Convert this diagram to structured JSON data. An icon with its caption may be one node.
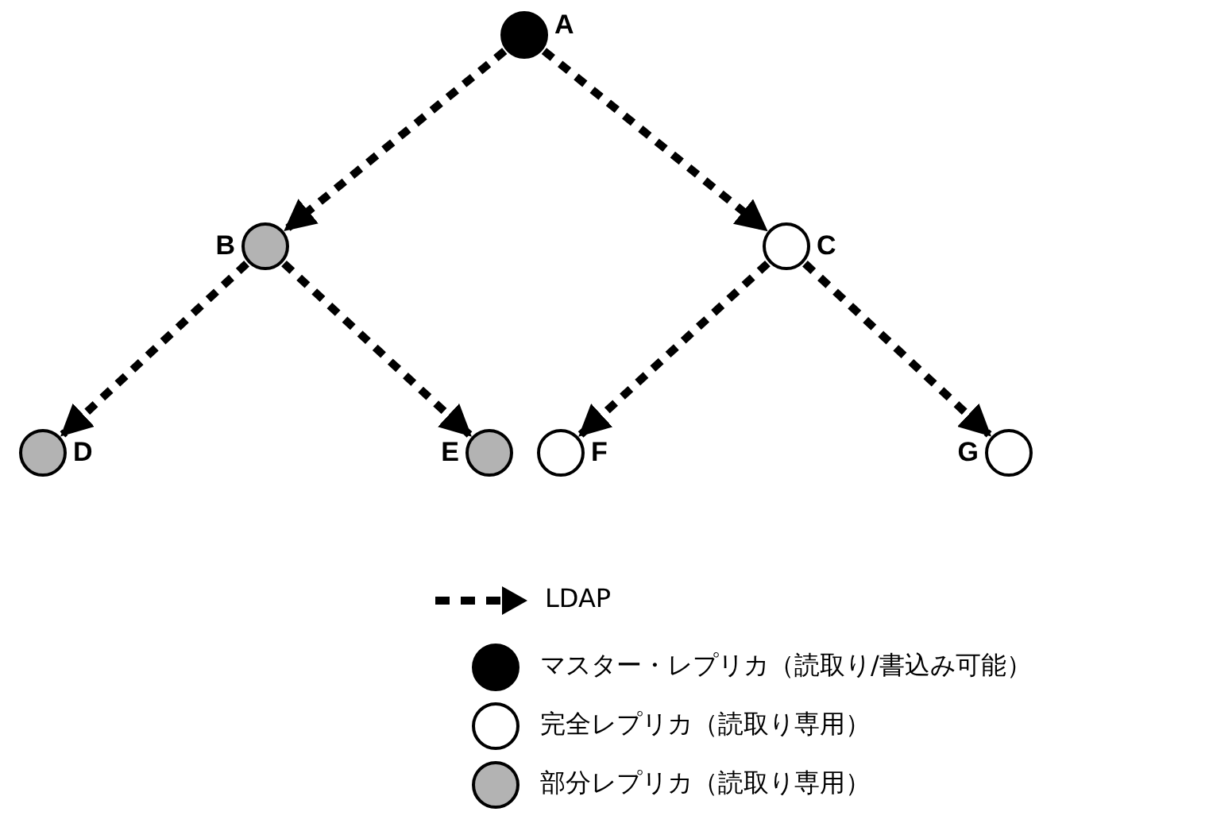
{
  "diagram": {
    "nodes": [
      {
        "text": [],
        "shape": "circle",
        "beside": [
          "A"
        ]
      },
      {
        "text": [],
        "shape": "circle",
        "beside": [
          "B"
        ]
      },
      {
        "text": [],
        "shape": "circle",
        "beside": [
          "C"
        ]
      },
      {
        "text": [],
        "shape": "circle",
        "beside": [
          "D"
        ]
      },
      {
        "text": [],
        "shape": "circle",
        "beside": [
          "E"
        ]
      },
      {
        "text": [],
        "shape": "circle",
        "beside": [
          "F"
        ]
      },
      {
        "text": [],
        "shape": "circle",
        "beside": [
          "G"
        ]
      }
    ],
    "edges": [
      {
        "from": 0,
        "to": 1,
        "arrow": "to",
        "style": "dashed"
      },
      {
        "from": 0,
        "to": 2,
        "arrow": "to",
        "style": "dashed"
      },
      {
        "from": 1,
        "to": 3,
        "arrow": "to",
        "style": "dashed"
      },
      {
        "from": 1,
        "to": 4,
        "arrow": "to",
        "style": "dashed"
      },
      {
        "from": 2,
        "to": 5,
        "arrow": "to",
        "style": "dashed"
      },
      {
        "from": 2,
        "to": 6,
        "arrow": "to",
        "style": "dashed"
      }
    ],
    "legend": [
      {
        "text": "LDAP"
      },
      {
        "text": "マスター・レプリカ（読取り/書込み可能）",
        "color": "#000000"
      },
      {
        "text": "完全レプリカ（読取り専用）",
        "color": "#ffffff"
      },
      {
        "text": "部分レプリカ（読取り専用）",
        "color": "#b3b3b3"
      }
    ]
  }
}
